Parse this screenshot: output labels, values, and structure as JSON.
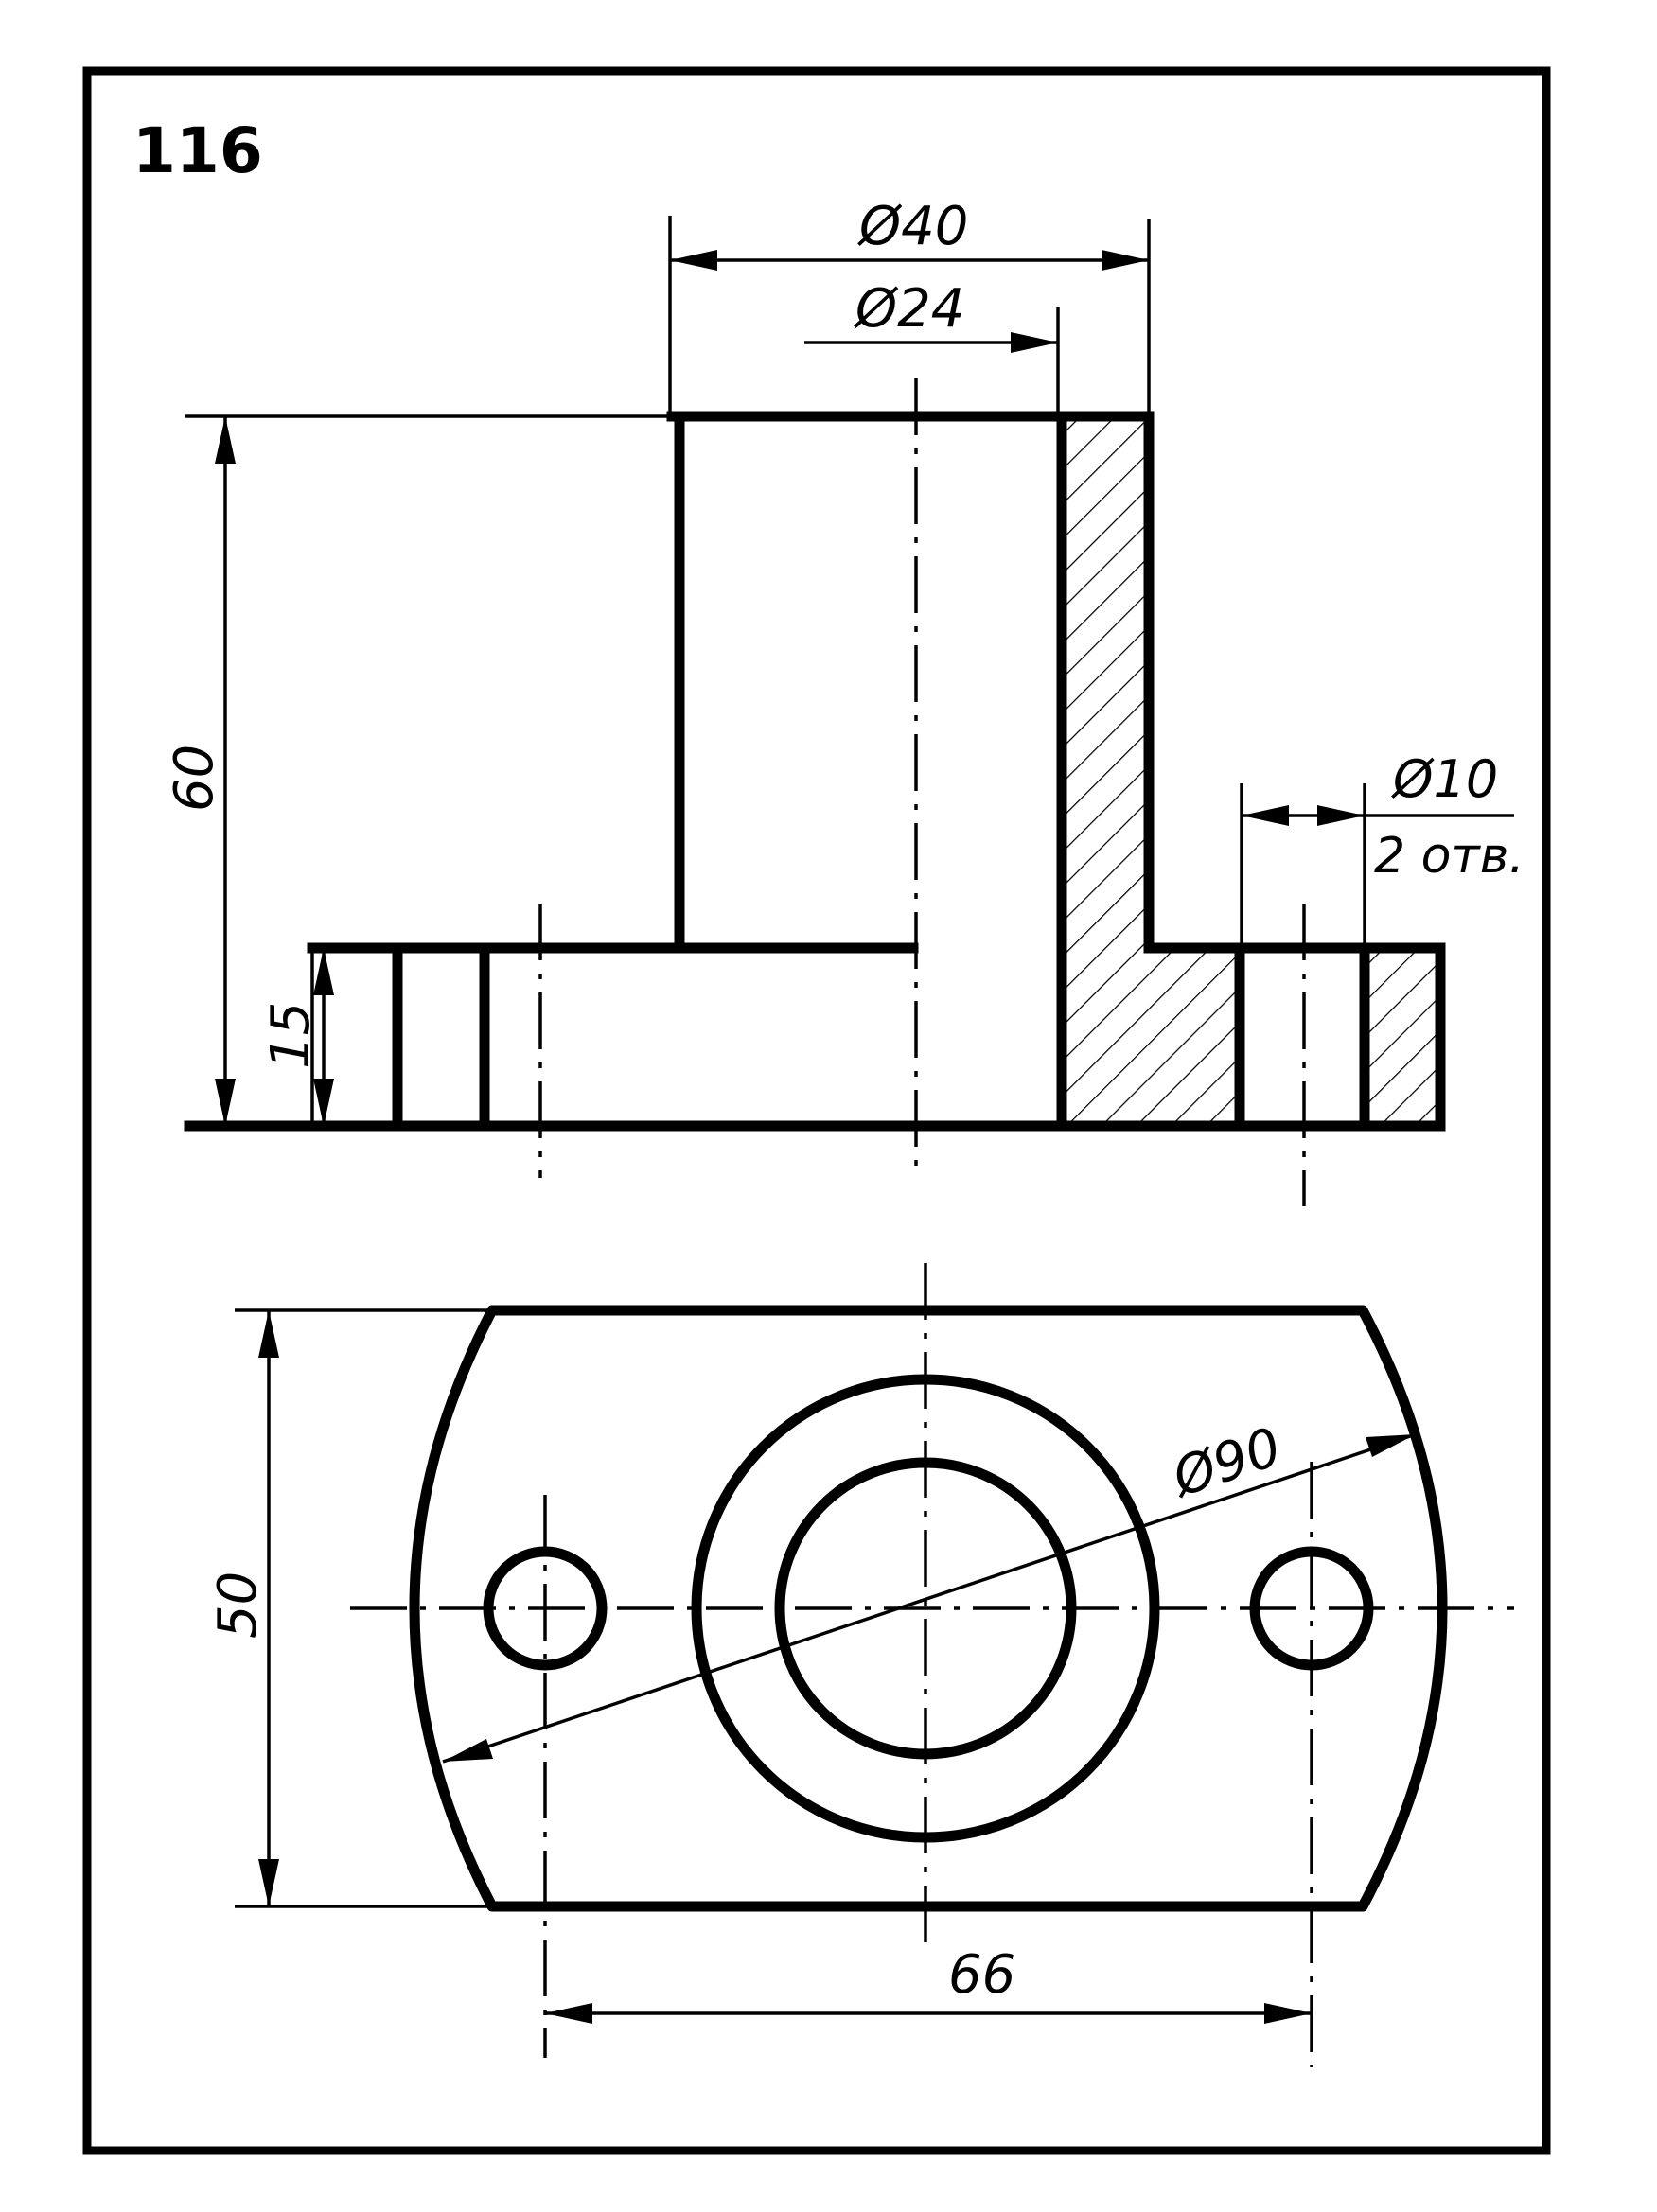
{
  "figure": {
    "number": "116",
    "dimensions": {
      "outer_diameter": "Ø40",
      "inner_diameter": "Ø24",
      "total_height": "60",
      "flange_height": "15",
      "hole_diameter": "Ø10",
      "hole_count": "2 отв.",
      "flange_diameter": "Ø90",
      "flange_width": "50",
      "hole_spacing": "66"
    }
  }
}
